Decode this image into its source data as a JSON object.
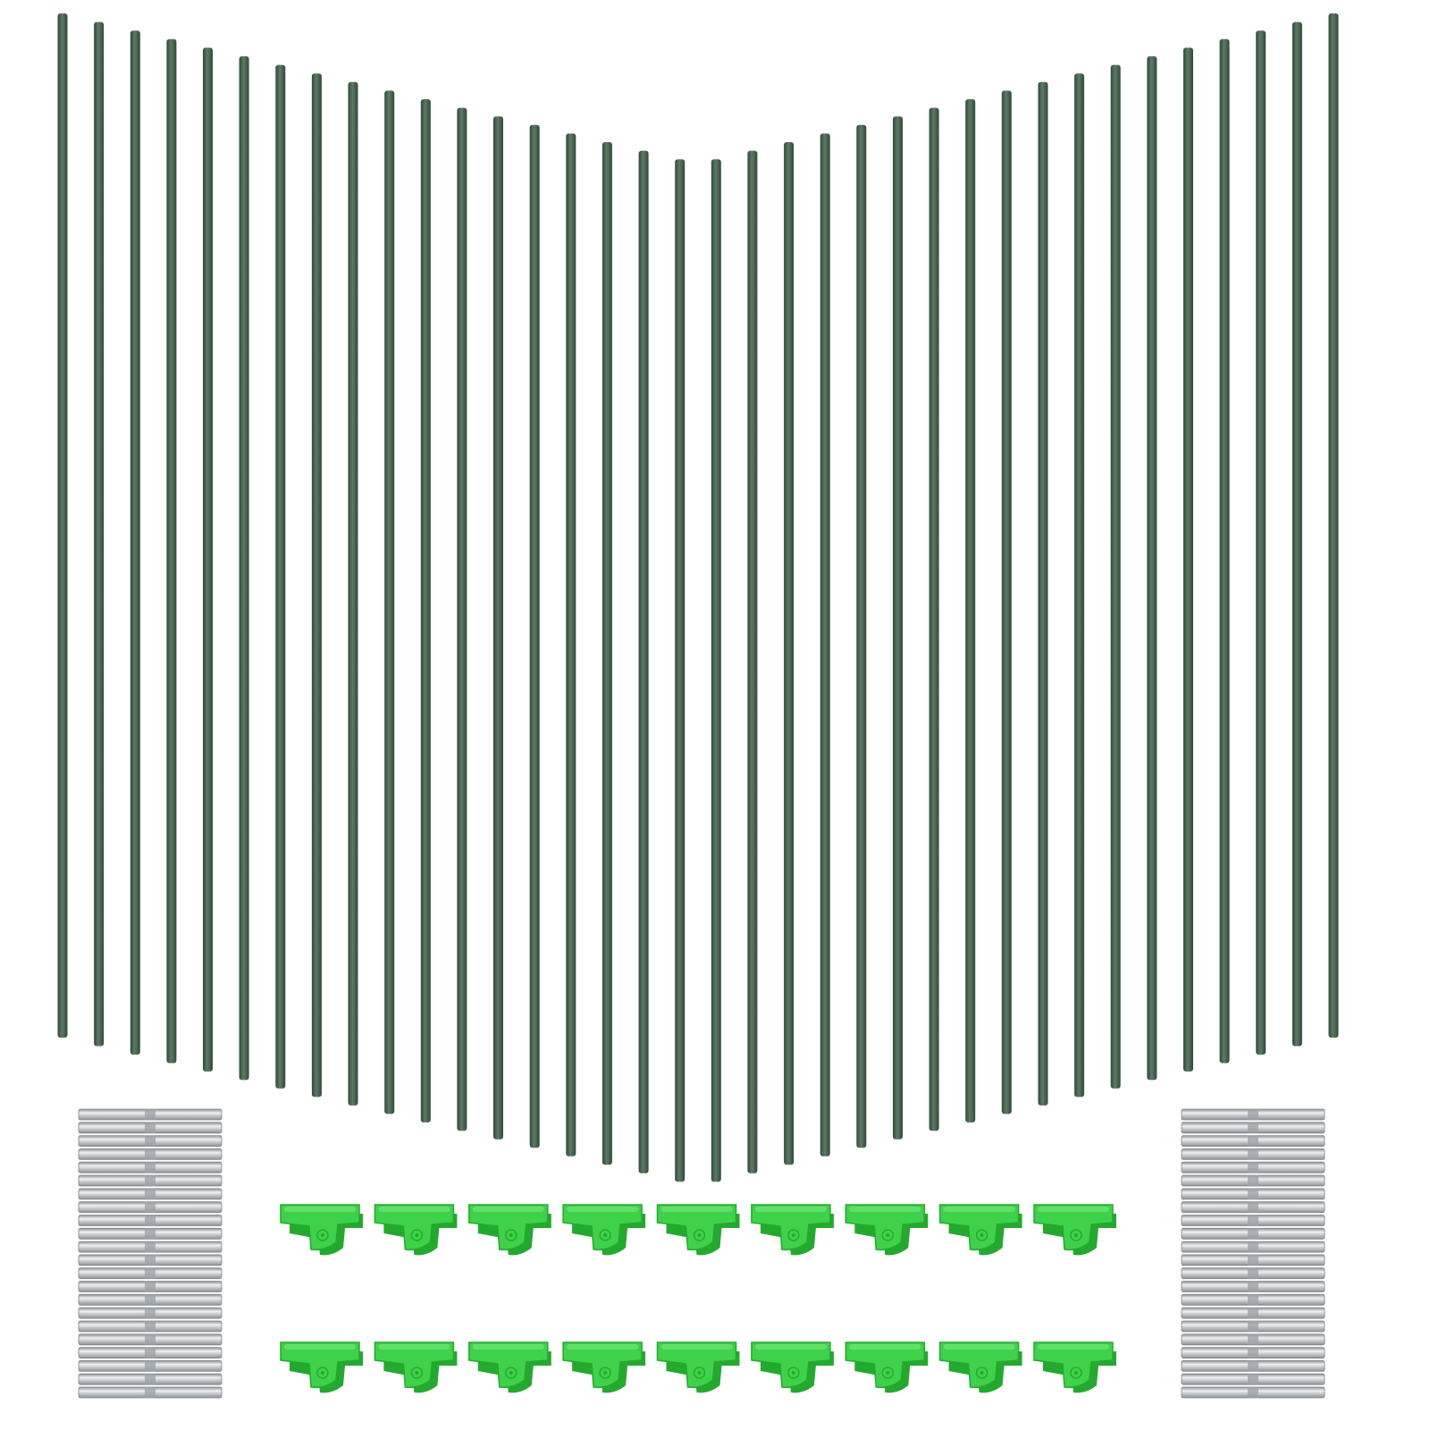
{
  "product": {
    "stakes": {
      "count": 36,
      "color": "#3d5b47",
      "highlight": "#5e7a66"
    },
    "connectors": {
      "groups": 2,
      "tubes_per_group": 22,
      "color": "#b9bcbf",
      "highlight": "#eef0f1",
      "shadow": "#8d9296"
    },
    "clips": {
      "rows": 2,
      "per_row": 9,
      "color": "#3fd14a",
      "dark": "#24a92f",
      "light": "#6fe776"
    }
  }
}
